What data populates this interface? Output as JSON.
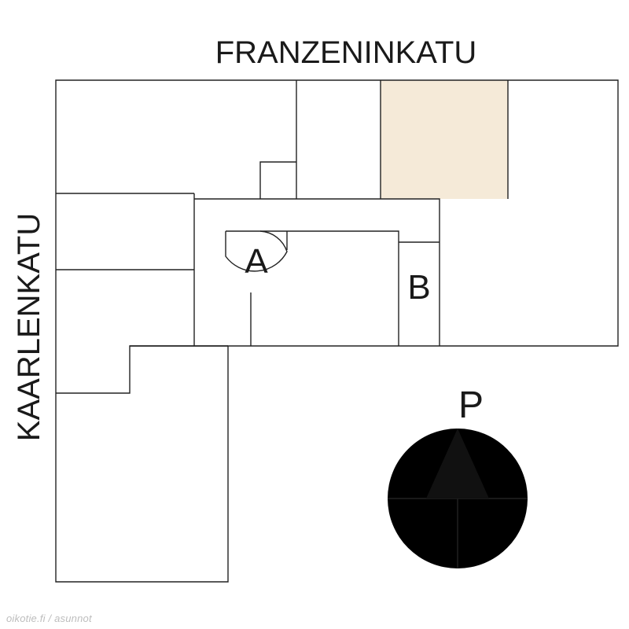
{
  "streets": {
    "north": "FRANZENINKATU",
    "west": "KAARLENKATU"
  },
  "stairwells": {
    "a": "A",
    "b": "B"
  },
  "compass": {
    "north_label": "P"
  },
  "highlight": {
    "color": "#f5ead8"
  },
  "watermark": "oikotie.fi / asunnot"
}
